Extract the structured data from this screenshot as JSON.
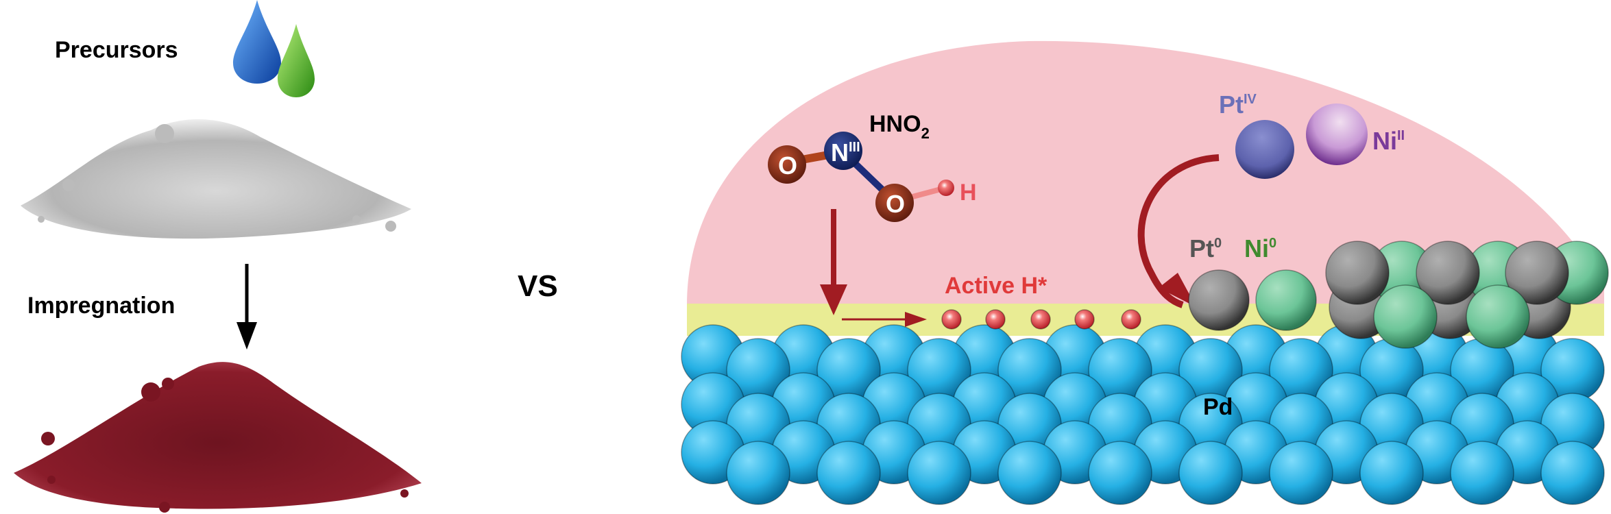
{
  "left_panel": {
    "precursors_label": "Precursors",
    "impregnation_label": "Impregnation"
  },
  "vs_label": "VS",
  "right_panel": {
    "molecule": {
      "formula_main": "HNO",
      "formula_sub": "2",
      "oxygen_label": "O",
      "nitrogen_label": "N",
      "nitrogen_sup": "III",
      "hydrogen_label": "H"
    },
    "active_h_label": "Active H*",
    "pt_iv": {
      "main": "Pt",
      "sup": "IV"
    },
    "ni_ii": {
      "main": "Ni",
      "sup": "II"
    },
    "pt_0": {
      "main": "Pt",
      "sup": "0"
    },
    "ni_0": {
      "main": "Ni",
      "sup": "0"
    },
    "substrate_label": "Pd"
  },
  "colors": {
    "solution": "#f6c5cc",
    "surface_layer": "#e9ec94",
    "pd": "#2bb3e6",
    "pt": "#8a8a8a",
    "ni": "#6cc598",
    "pt_ion": "#6b70b8",
    "ni_ion": "#c99ad6",
    "arrow": "#a11c22",
    "active_h": "#e03a3a"
  }
}
